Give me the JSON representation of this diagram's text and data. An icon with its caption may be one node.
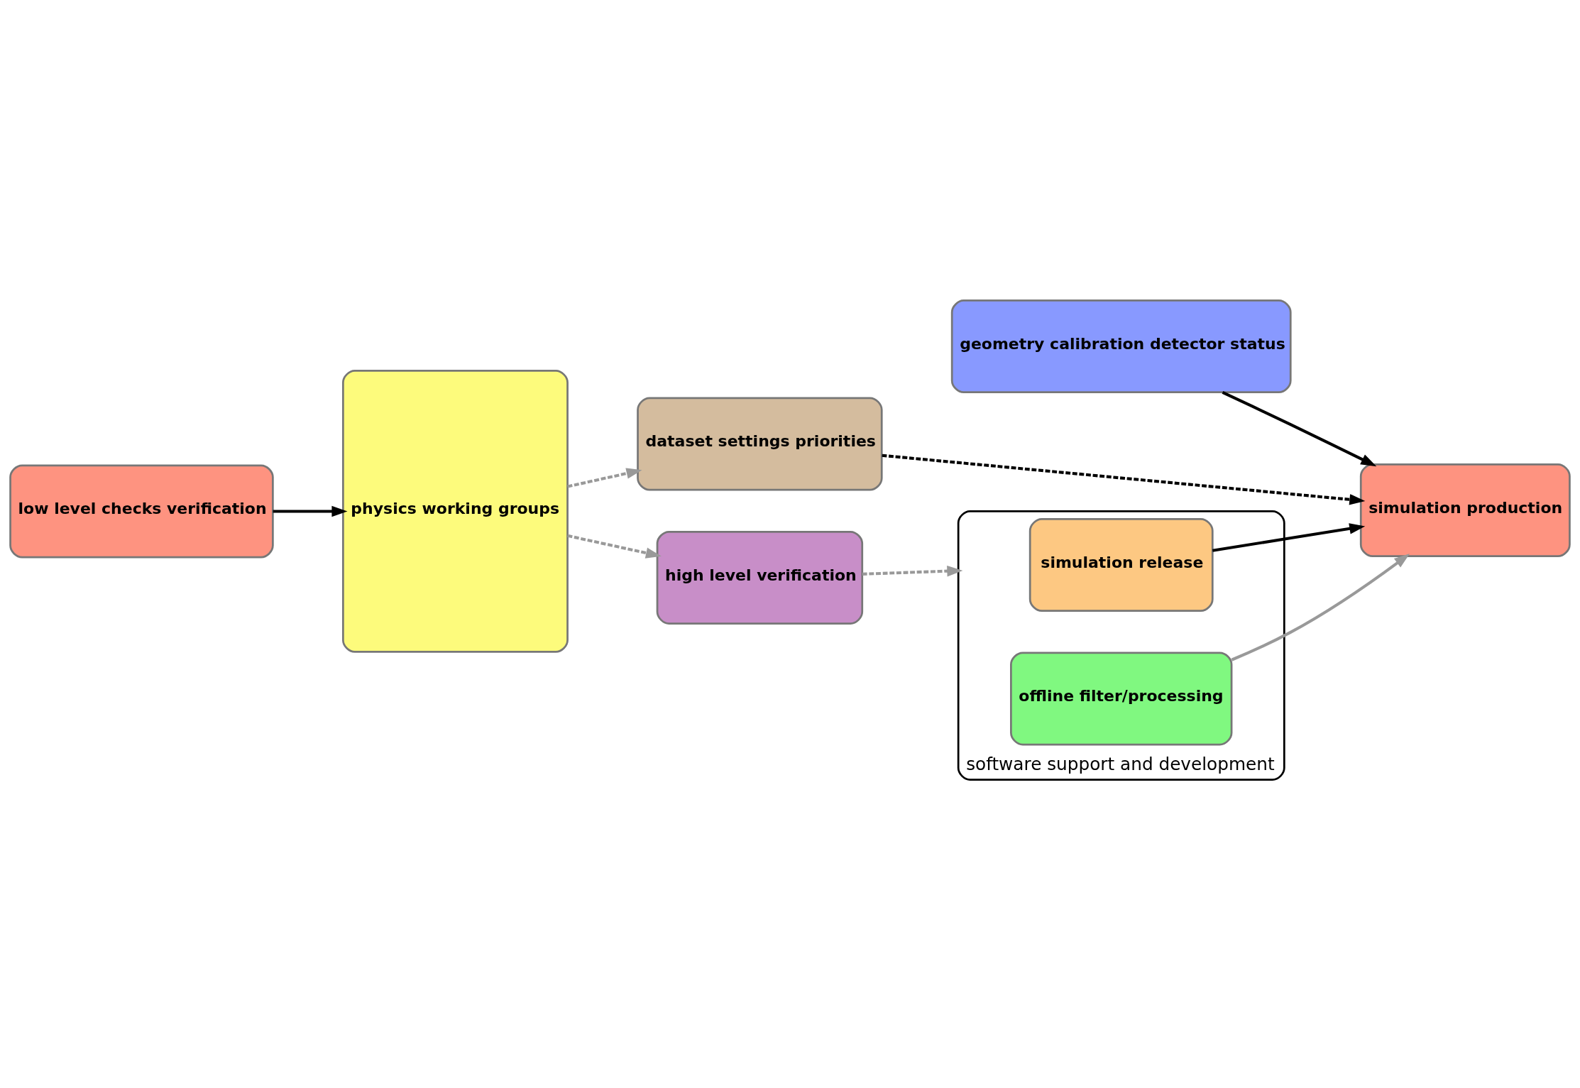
{
  "diagram": {
    "nodes": [
      {
        "text": [
          "geometry calibration detector status"
        ]
      },
      {
        "text": [
          "dataset settings priorities"
        ]
      },
      {
        "text": [
          "software support and development"
        ]
      },
      {
        "text": [
          "simulation release"
        ],
        "in": 2
      },
      {
        "text": [
          "offline filter/processing"
        ],
        "in": 2
      },
      {
        "text": [
          "simulation production"
        ]
      },
      {
        "text": [
          "low level checks verification"
        ]
      },
      {
        "text": [
          "physics working groups"
        ]
      },
      {
        "text": [
          "high level verification"
        ]
      }
    ],
    "edges": [
      {
        "from": 0,
        "to": 5,
        "arrow": "to"
      },
      {
        "from": 1,
        "to": 5,
        "arrow": "to",
        "style": "dashed"
      },
      {
        "from": 3,
        "to": 5,
        "arrow": "to"
      },
      {
        "from": 4,
        "to": 5,
        "arrow": "to",
        "color": "#999999"
      },
      {
        "from": 6,
        "to": 7,
        "arrow": "to"
      },
      {
        "from": 7,
        "to": 1,
        "arrow": "to",
        "style": "dashed",
        "color": "#999999"
      },
      {
        "from": 7,
        "to": 8,
        "arrow": "to",
        "style": "dashed",
        "color": "#999999"
      },
      {
        "from": 8,
        "to": 2,
        "arrow": "to",
        "style": "dashed",
        "color": "#999999"
      }
    ]
  }
}
